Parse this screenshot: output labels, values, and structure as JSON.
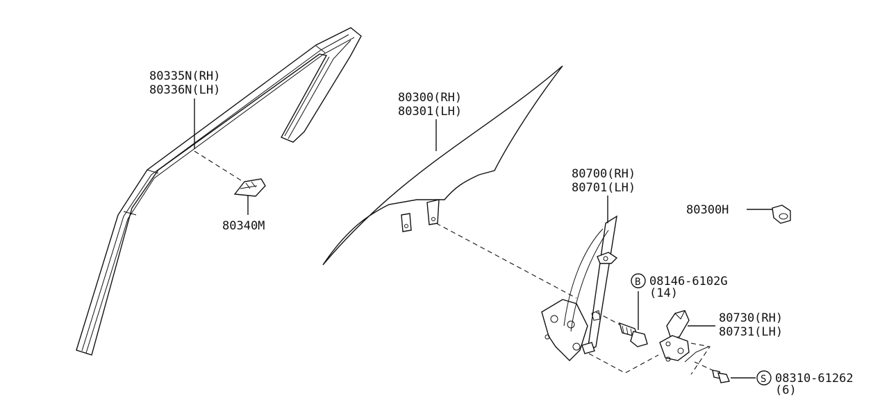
{
  "parts": {
    "run_channel": [
      "80335N(RH)",
      "80336N(LH)"
    ],
    "clip": [
      "80340M"
    ],
    "door_glass": [
      "80300(RH)",
      "80301(LH)"
    ],
    "regulator": [
      "80700(RH)",
      "80701(LH)"
    ],
    "grommet": [
      "80300H"
    ],
    "bolt": [
      "08146-6102G",
      "(14)"
    ],
    "bolt_symbol": "B",
    "motor": [
      "80730(RH)",
      "80731(LH)"
    ],
    "screw": [
      "08310-61262",
      "(6)"
    ],
    "screw_symbol": "S"
  }
}
